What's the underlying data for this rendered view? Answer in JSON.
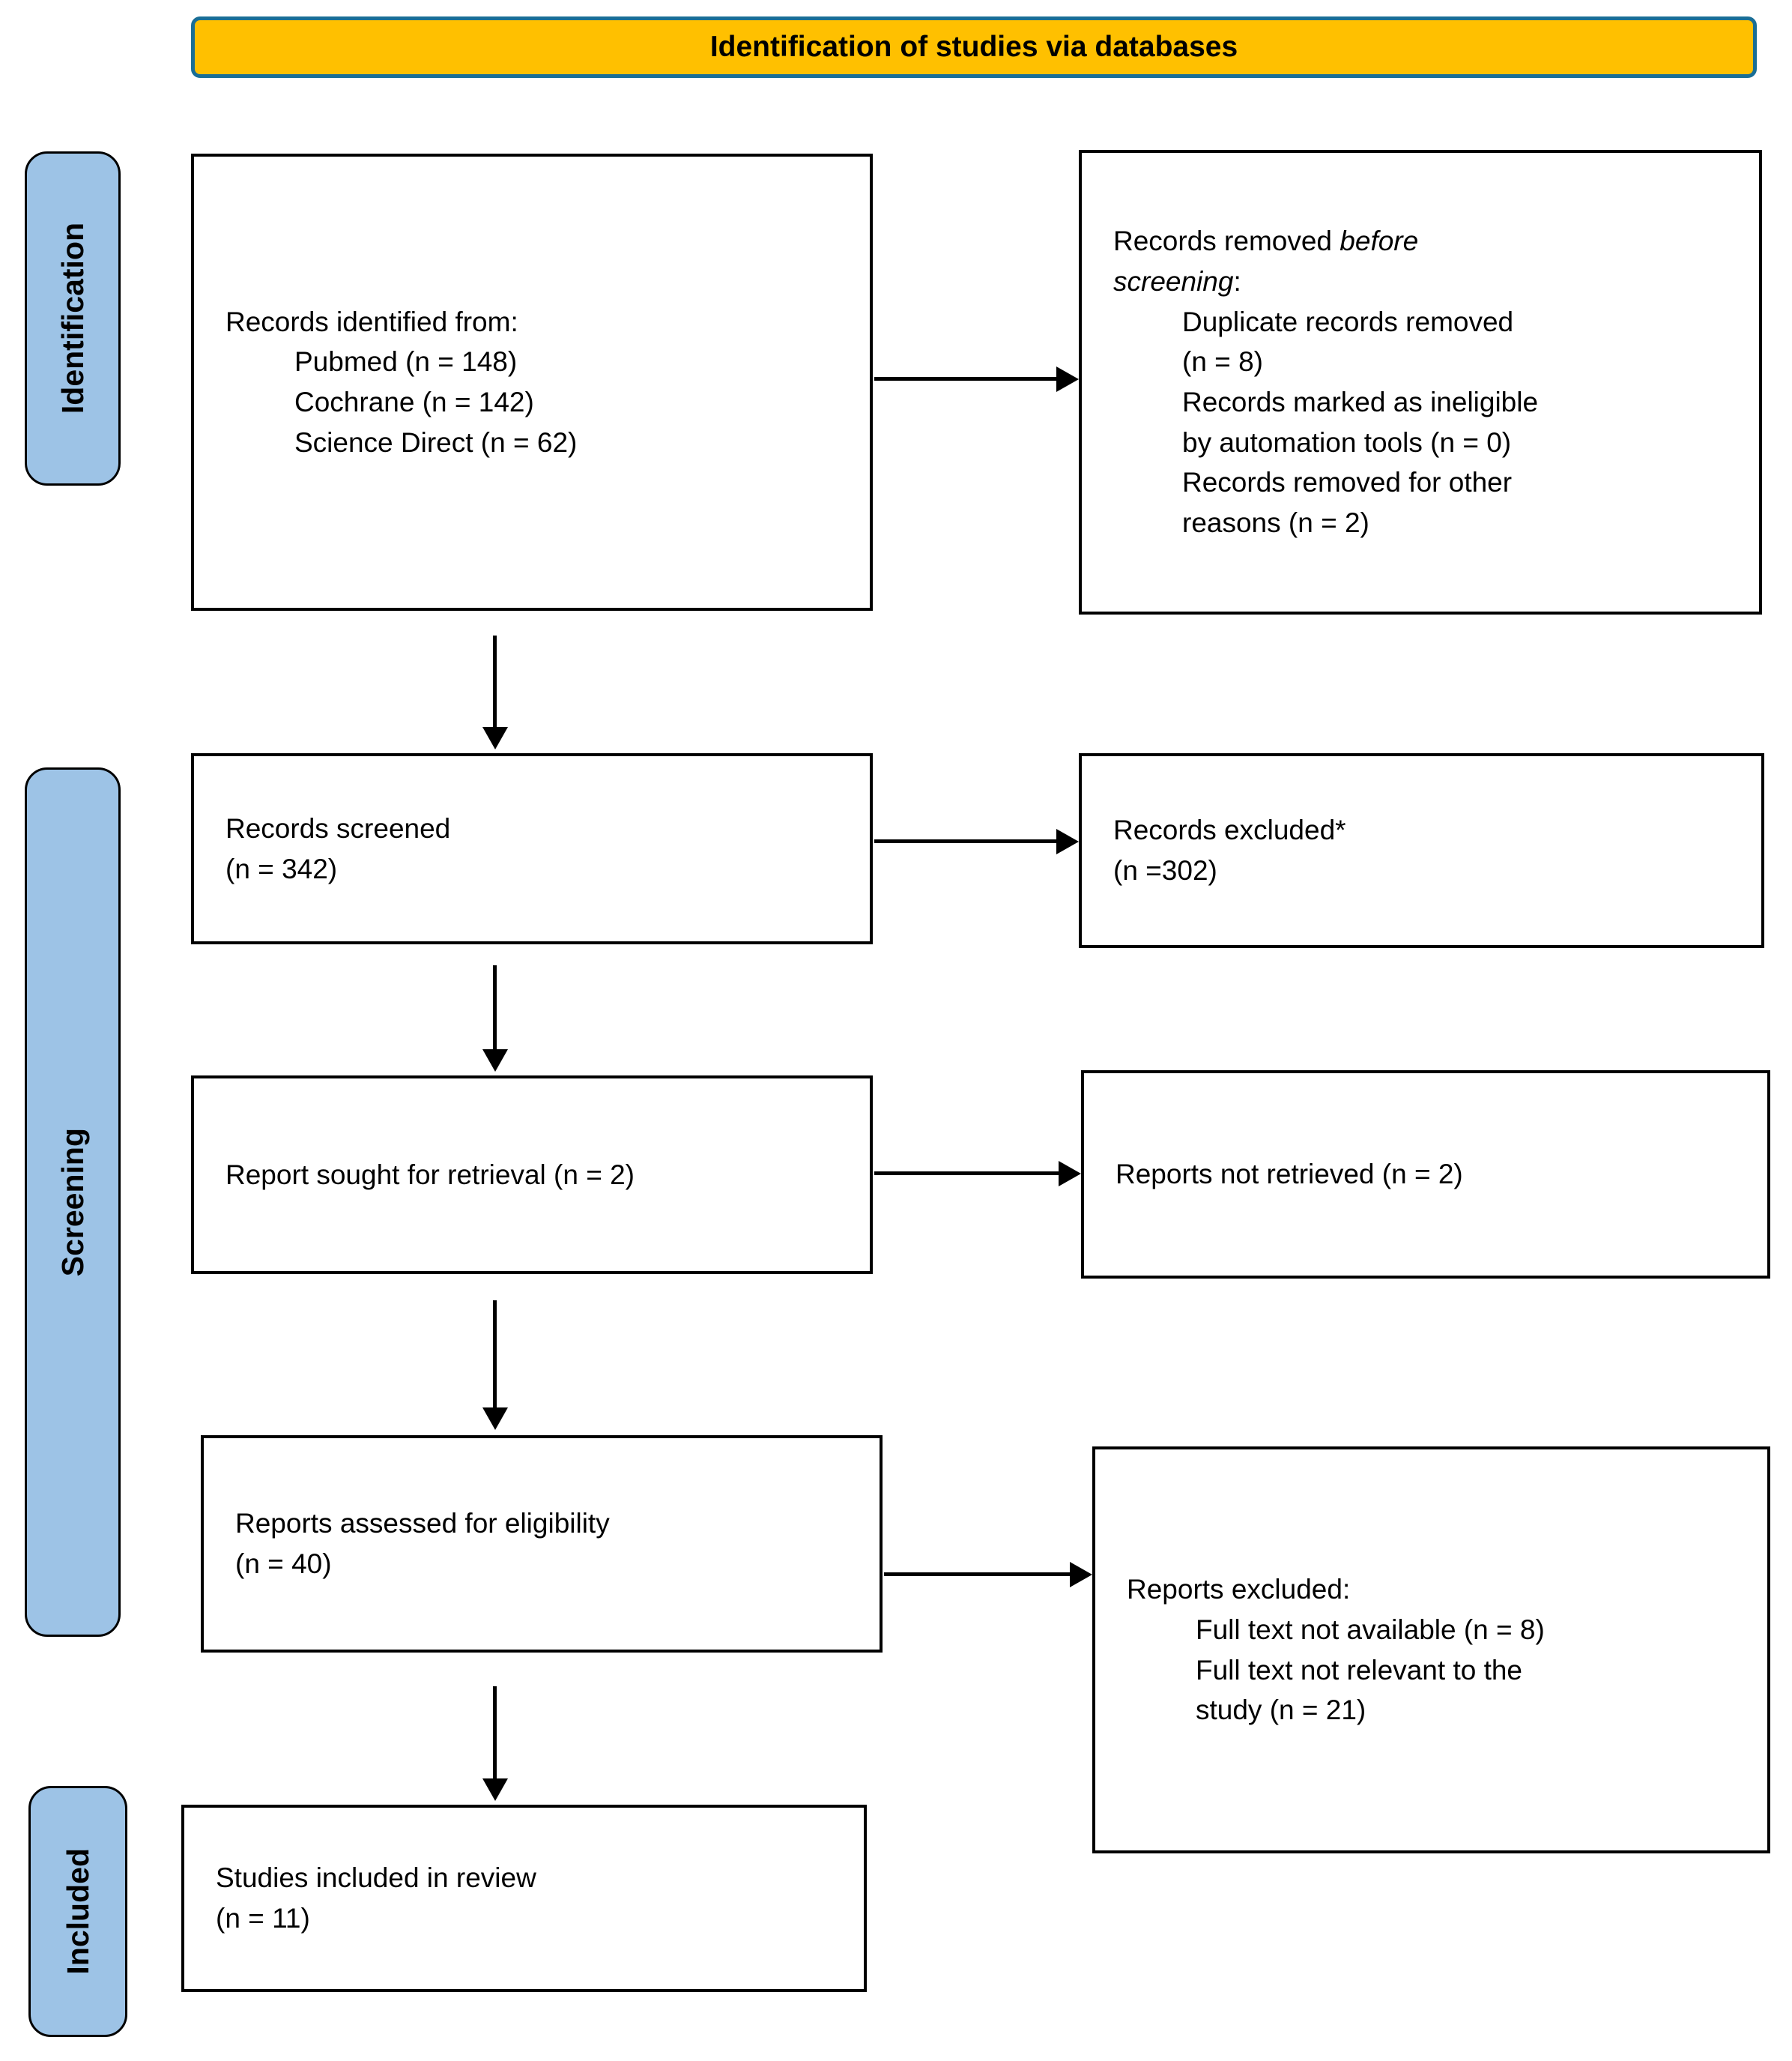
{
  "header": {
    "title": "Identification of studies via databases"
  },
  "sidebar": {
    "identification": "Identification",
    "screening": "Screening",
    "included": "Included"
  },
  "boxes": {
    "identified": {
      "intro": "Records identified from:",
      "items": [
        "Pubmed (n = 148)",
        "Cochrane (n = 142)",
        "Science Direct (n = 62)"
      ]
    },
    "removed": {
      "line1_plain": "Records removed ",
      "line1_italic": "before",
      "line2_italic": "screening",
      "line2_suffix": ":",
      "items": [
        [
          "Duplicate records removed",
          "(n = 8)"
        ],
        [
          "Records marked as ineligible",
          "by automation tools (n = 0)"
        ],
        [
          "Records removed for other",
          "reasons (n = 2)"
        ]
      ]
    },
    "screened": {
      "line1": "Records screened",
      "line2": "(n = 342)"
    },
    "excluded": {
      "line1": "Records excluded*",
      "line2": "(n =302)"
    },
    "sought": {
      "line1": "Report sought for retrieval (n = 2)"
    },
    "not_retrieved": {
      "line1": "Reports not retrieved (n = 2)"
    },
    "assessed": {
      "line1": "Reports assessed for eligibility",
      "line2": "(n = 40)"
    },
    "reports_excluded": {
      "intro": "Reports excluded:",
      "items": [
        [
          "Full text not available (n = 8)"
        ],
        [
          "Full text not relevant to the",
          "study (n = 21)"
        ]
      ]
    },
    "included_review": {
      "line1": "Studies included in review",
      "line2": "(n = 11)"
    }
  },
  "colors": {
    "header_fill": "#FFC000",
    "header_border": "#1A6E96",
    "stage_pill_fill": "#9DC3E6",
    "box_border": "#000000",
    "text": "#000000"
  }
}
